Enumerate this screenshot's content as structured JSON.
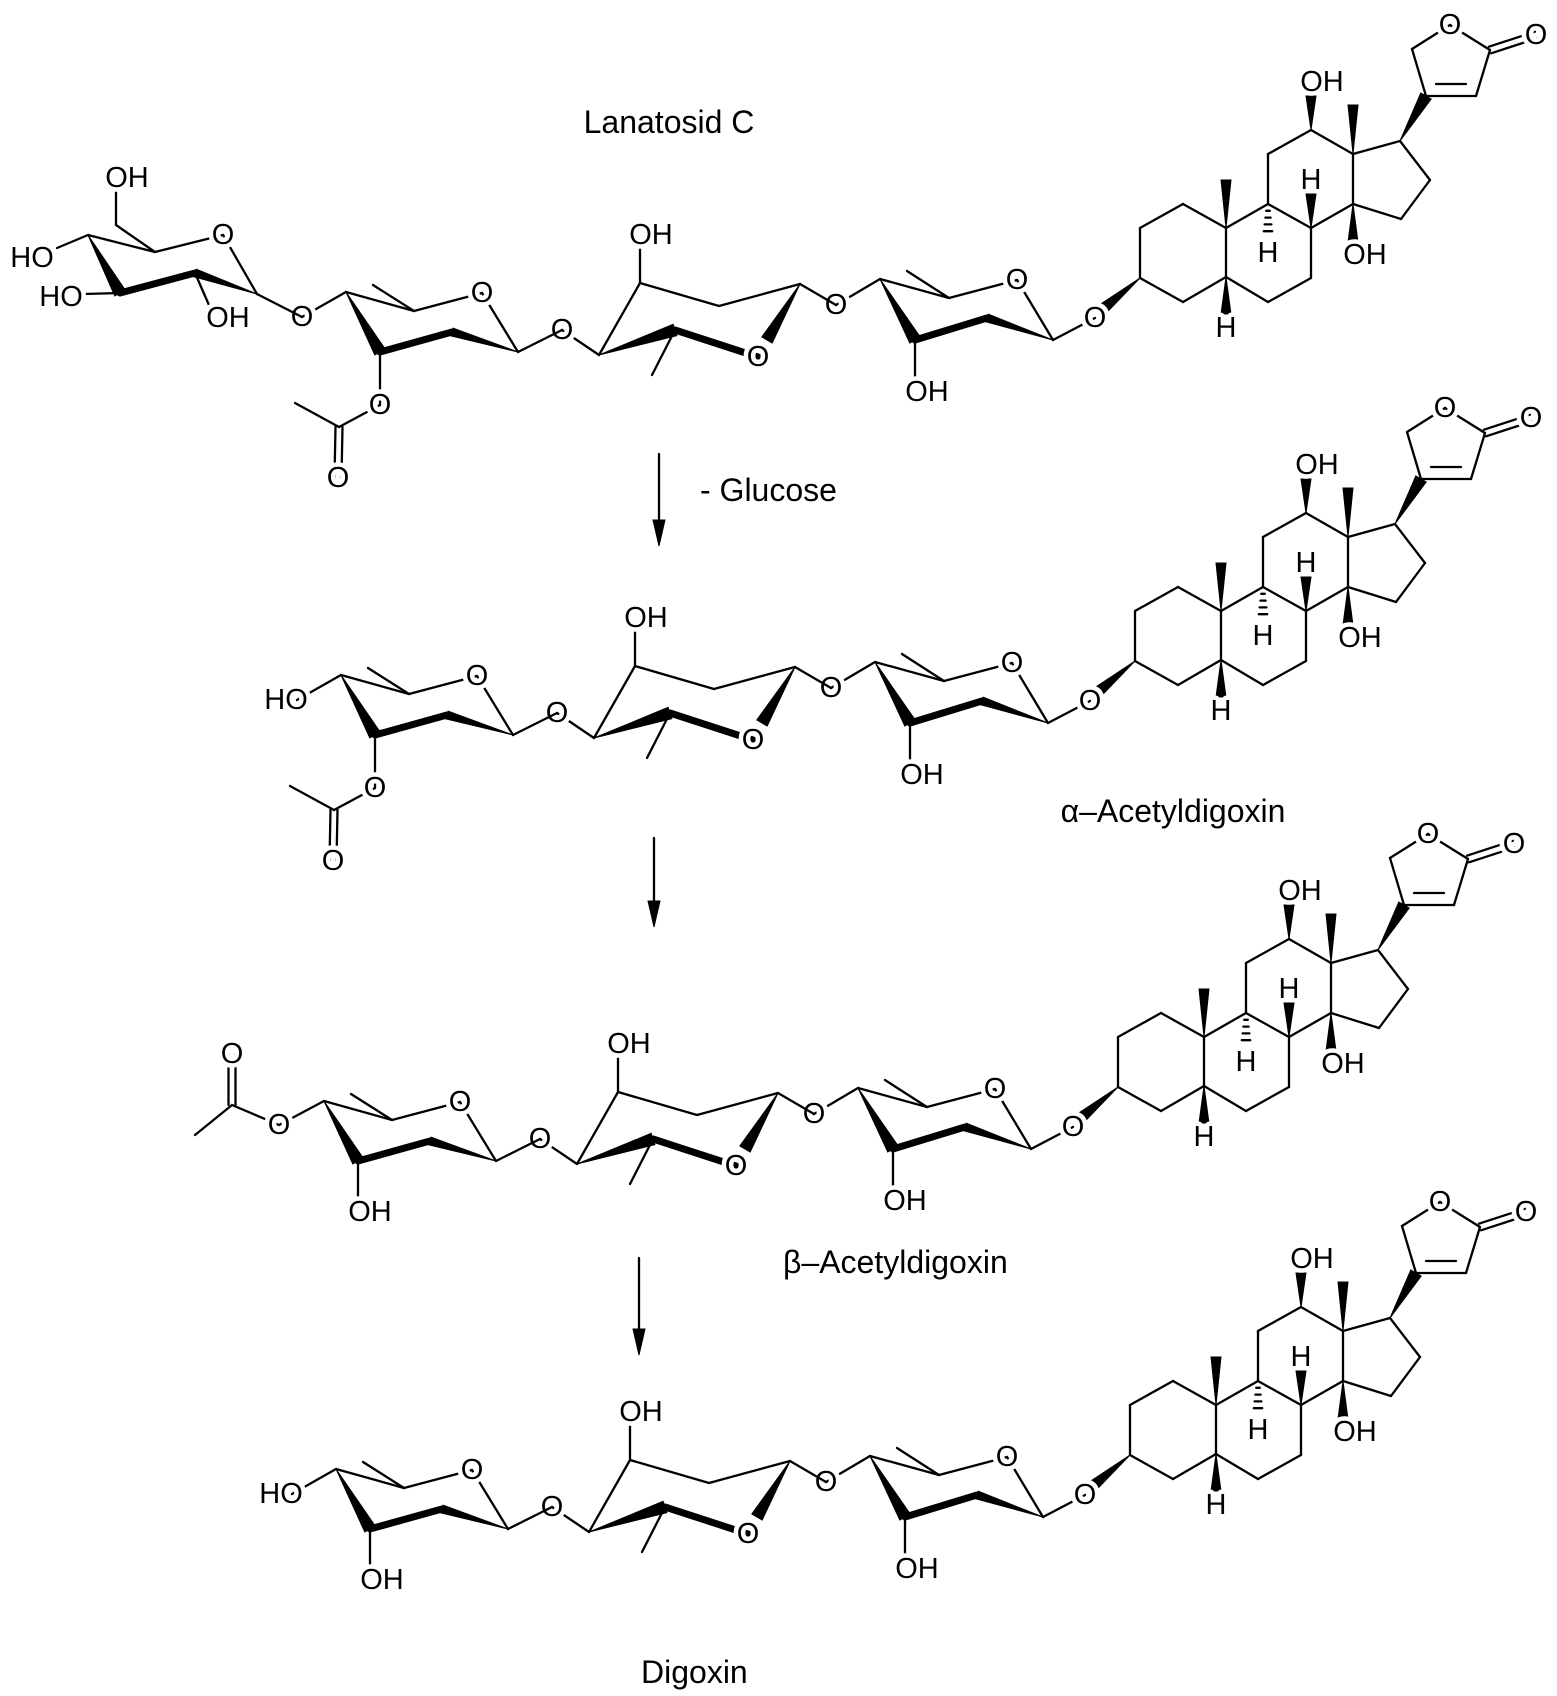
{
  "molecules": [
    {
      "name": "Lanatosid C"
    },
    {
      "name": "α–Acetyldigoxin"
    },
    {
      "name": "β–Acetyldigoxin"
    },
    {
      "name": "Digoxin"
    }
  ],
  "reaction": {
    "step1_condition": "- Glucose"
  },
  "atom_labels": {
    "O": "O",
    "OH": "OH",
    "HO": "HO",
    "H": "H"
  }
}
